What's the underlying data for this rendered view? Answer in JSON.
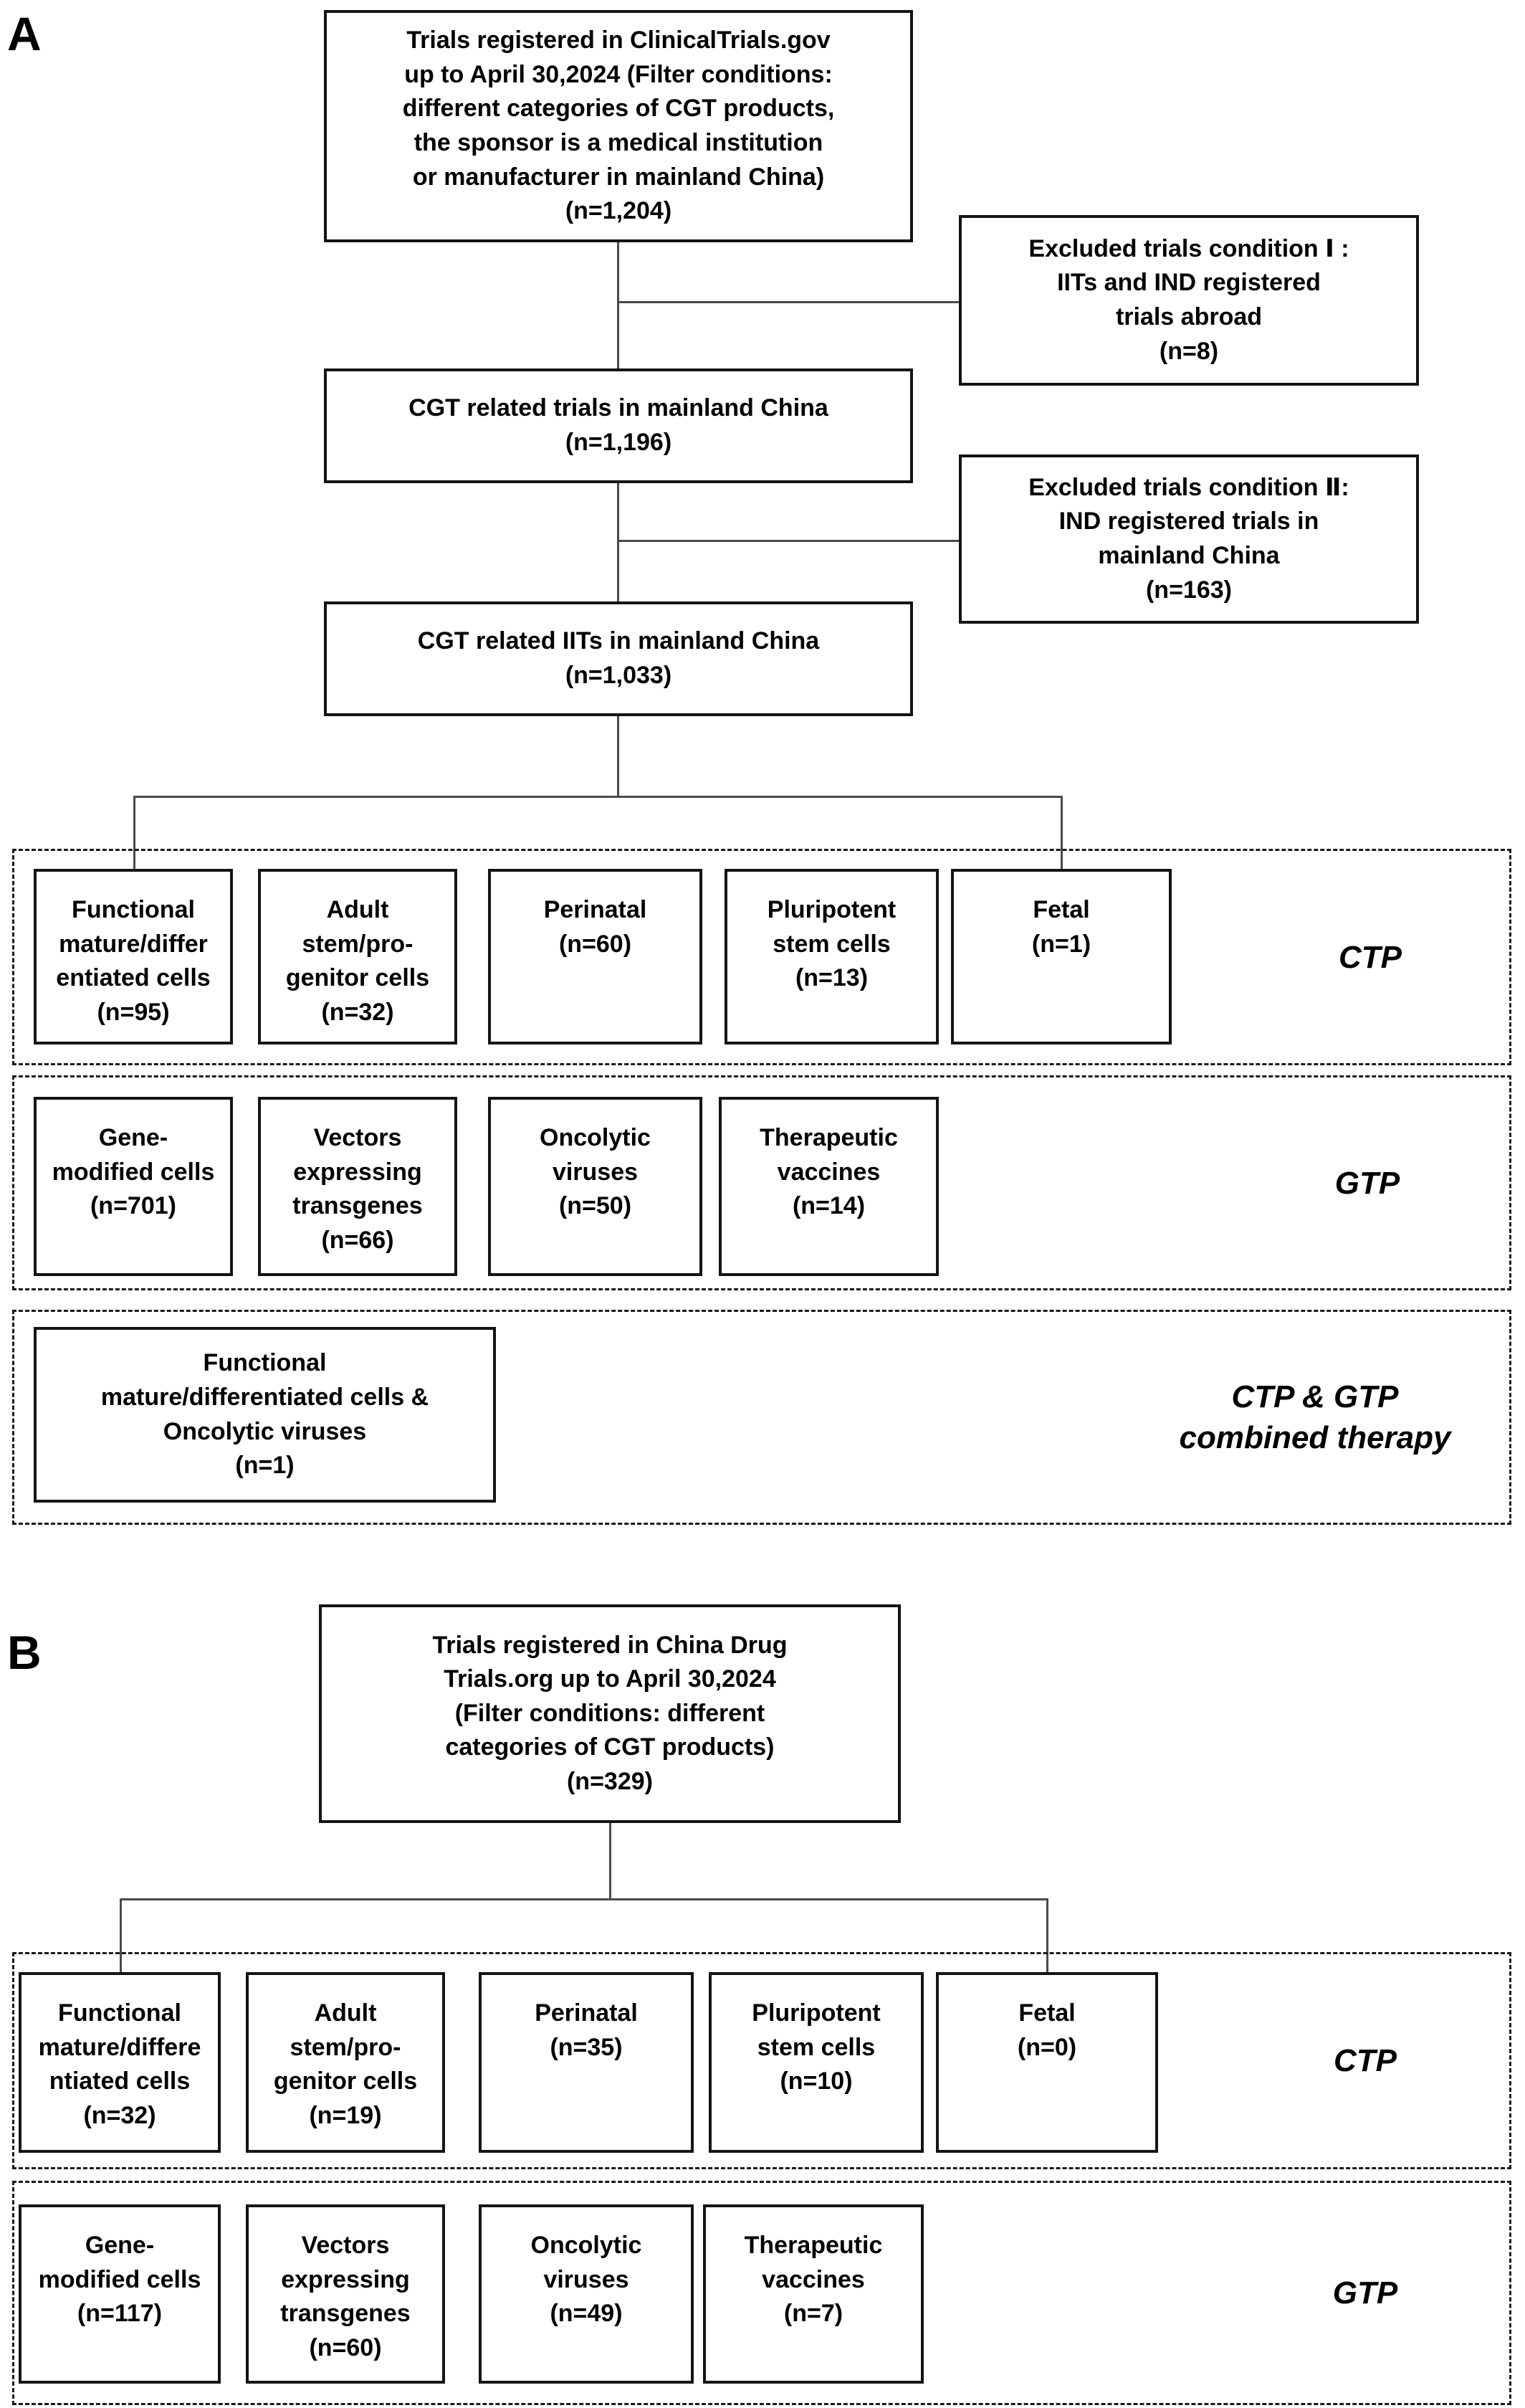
{
  "panel_a": {
    "letter": "A",
    "source": "Trials registered in ClinicalTrials.gov\nup to April 30,2024 (Filter conditions:\ndifferent categories of CGT products,\nthe sponsor is a medical institution\nor manufacturer in mainland China)\n(n=1,204)",
    "excluded_1": "Excluded trials condition Ⅰ :\nIITs and IND registered\ntrials abroad\n(n=8)",
    "trials": "CGT related trials in mainland China\n(n=1,196)",
    "excluded_2": "Excluded trials condition Ⅱ:\nIND registered trials in\nmainland China\n(n=163)",
    "iits": "CGT related IITs in mainland China\n(n=1,033)",
    "ctp": {
      "label": "CTP",
      "boxes": [
        "Functional\nmature/differ\nentiated cells\n(n=95)",
        "Adult\nstem/pro-\ngenitor cells\n(n=32)",
        "Perinatal\n(n=60)",
        "Pluripotent\nstem cells\n(n=13)",
        "Fetal\n(n=1)"
      ]
    },
    "gtp": {
      "label": "GTP",
      "boxes": [
        "Gene-\nmodified cells\n(n=701)",
        "Vectors\nexpressing\ntransgenes\n(n=66)",
        "Oncolytic\nviruses\n(n=50)",
        "Therapeutic\nvaccines\n(n=14)"
      ]
    },
    "combined": {
      "label": "CTP & GTP\ncombined therapy",
      "box": "Functional\nmature/differentiated cells &\nOncolytic viruses\n(n=1)"
    }
  },
  "panel_b": {
    "letter": "B",
    "source": "Trials registered in China Drug\nTrials.org up to April 30,2024\n(Filter conditions: different\ncategories of CGT products)\n(n=329)",
    "ctp": {
      "label": "CTP",
      "boxes": [
        "Functional\nmature/differe\nntiated cells\n(n=32)",
        "Adult\nstem/pro-\ngenitor cells\n(n=19)",
        "Perinatal\n(n=35)",
        "Pluripotent\nstem cells\n(n=10)",
        "Fetal\n(n=0)"
      ]
    },
    "gtp": {
      "label": "GTP",
      "boxes": [
        "Gene-\nmodified cells\n(n=117)",
        "Vectors\nexpressing\ntransgenes\n(n=60)",
        "Oncolytic\nviruses\n(n=49)",
        "Therapeutic\nvaccines\n(n=7)"
      ]
    }
  }
}
